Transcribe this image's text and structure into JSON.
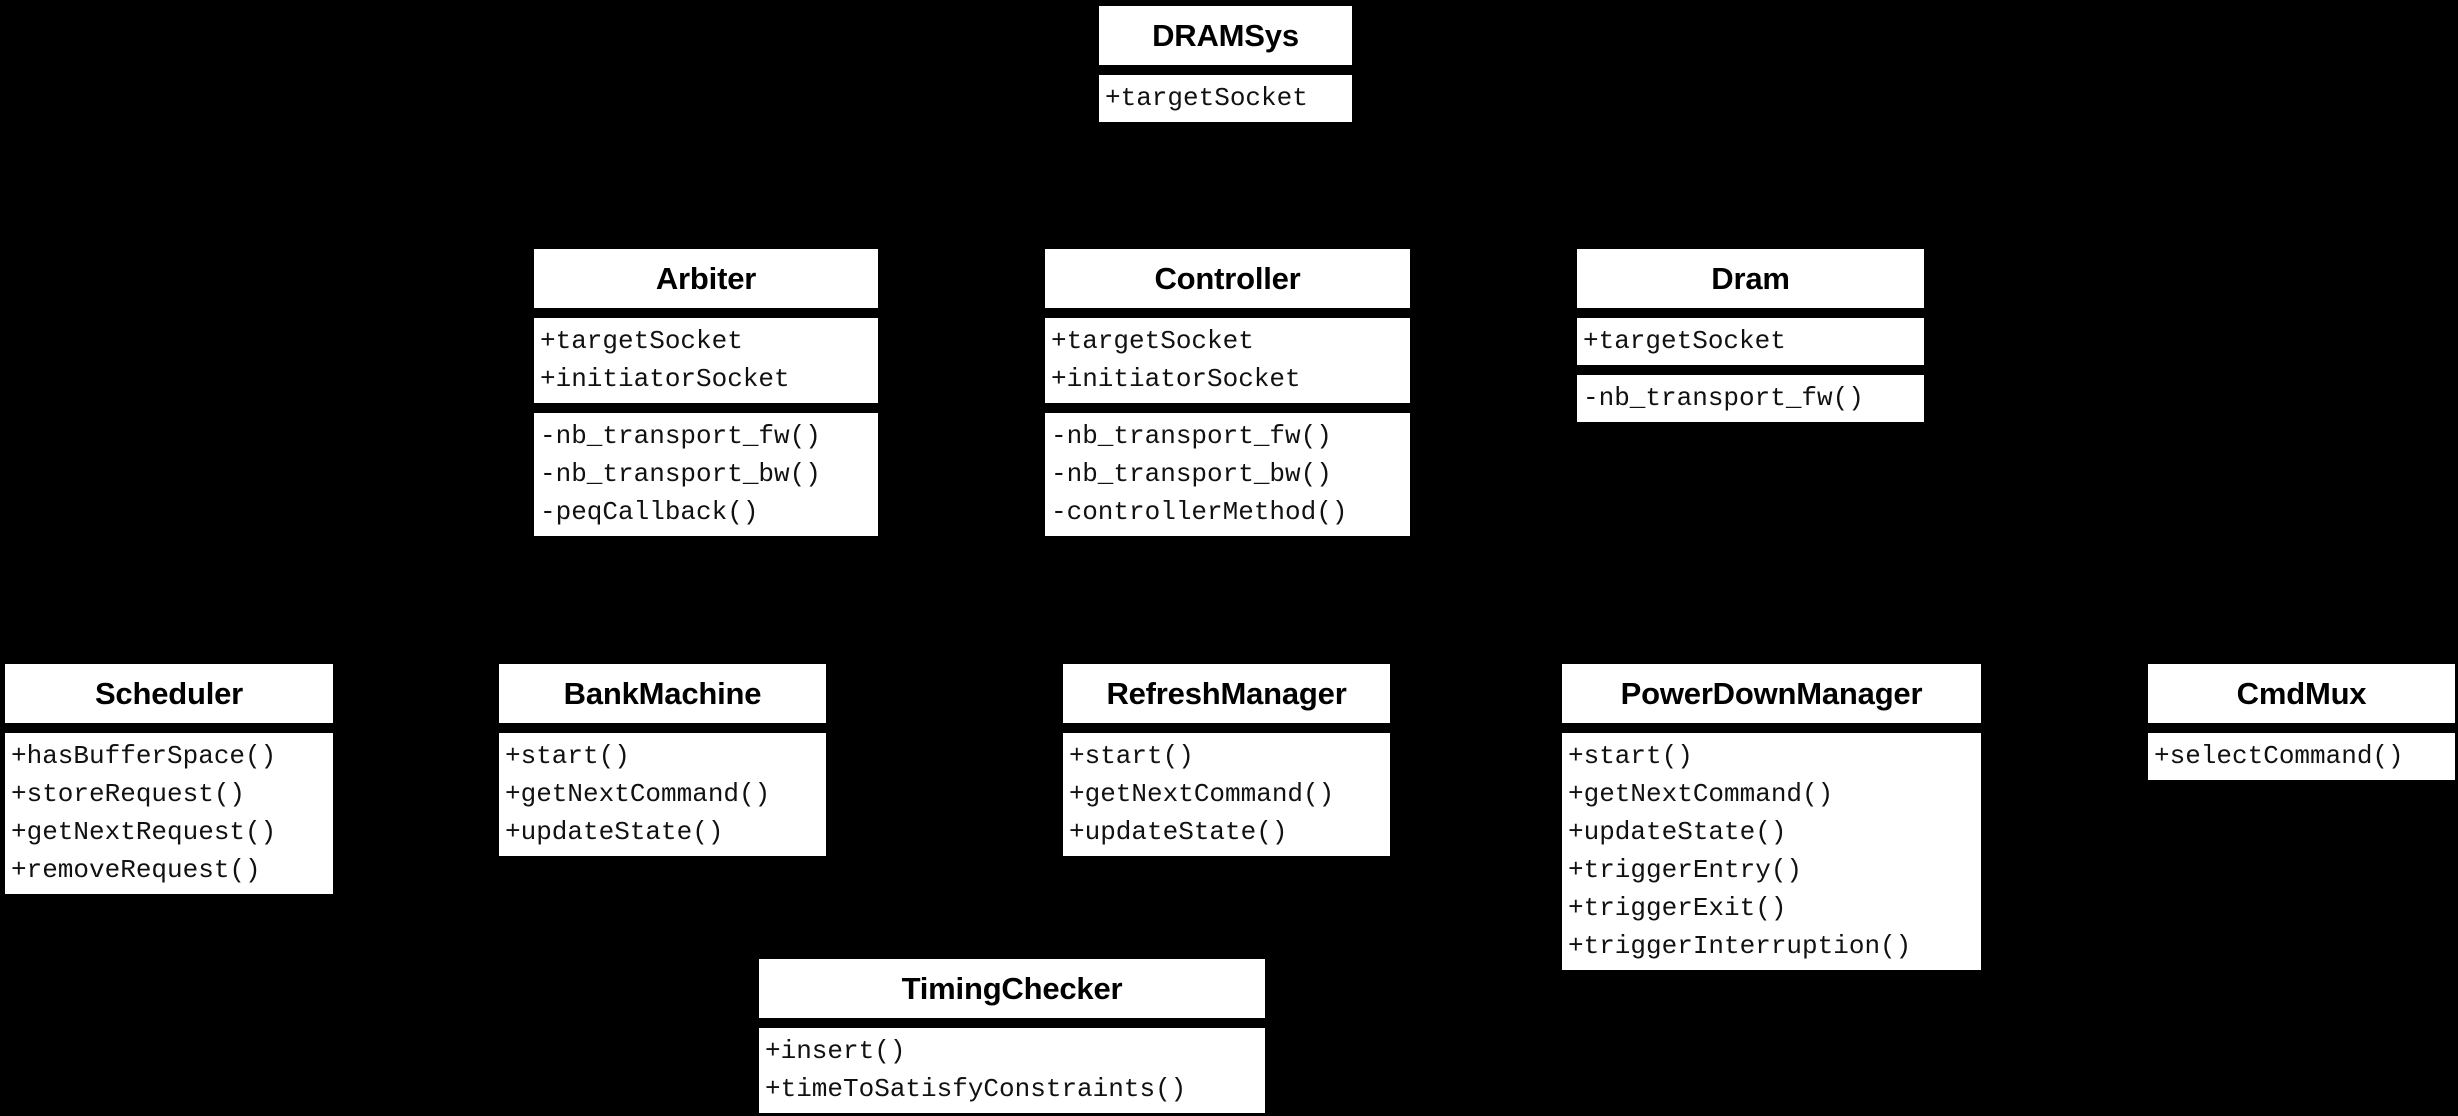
{
  "diagram": {
    "kind": "uml-class-diagram",
    "background_color": "#000000",
    "box_fill_color": "#ffffff",
    "box_border_color": "#000000",
    "text_color": "#000000",
    "classes": [
      {
        "id": "dramsys",
        "name": "DRAMSys",
        "attributes": [
          "+targetSocket"
        ],
        "methods": []
      },
      {
        "id": "arbiter",
        "name": "Arbiter",
        "attributes": [
          "+targetSocket",
          "+initiatorSocket"
        ],
        "methods": [
          "-nb_transport_fw()",
          "-nb_transport_bw()",
          "-peqCallback()"
        ]
      },
      {
        "id": "controller",
        "name": "Controller",
        "attributes": [
          "+targetSocket",
          "+initiatorSocket"
        ],
        "methods": [
          "-nb_transport_fw()",
          "-nb_transport_bw()",
          "-controllerMethod()"
        ]
      },
      {
        "id": "dram",
        "name": "Dram",
        "attributes": [
          "+targetSocket"
        ],
        "methods": [
          "-nb_transport_fw()"
        ]
      },
      {
        "id": "scheduler",
        "name": "Scheduler",
        "attributes": [],
        "methods": [
          "+hasBufferSpace()",
          "+storeRequest()",
          "+getNextRequest()",
          "+removeRequest()"
        ]
      },
      {
        "id": "bankmachine",
        "name": "BankMachine",
        "attributes": [],
        "methods": [
          "+start()",
          "+getNextCommand()",
          "+updateState()"
        ]
      },
      {
        "id": "refreshmanager",
        "name": "RefreshManager",
        "attributes": [],
        "methods": [
          "+start()",
          "+getNextCommand()",
          "+updateState()"
        ]
      },
      {
        "id": "powerdownmanager",
        "name": "PowerDownManager",
        "attributes": [],
        "methods": [
          "+start()",
          "+getNextCommand()",
          "+updateState()",
          "+triggerEntry()",
          "+triggerExit()",
          "+triggerInterruption()"
        ]
      },
      {
        "id": "cmdmux",
        "name": "CmdMux",
        "attributes": [],
        "methods": [
          "+selectCommand()"
        ]
      },
      {
        "id": "timingchecker",
        "name": "TimingChecker",
        "attributes": [],
        "methods": [
          "+insert()",
          "+timeToSatisfyConstraints()"
        ]
      }
    ]
  }
}
